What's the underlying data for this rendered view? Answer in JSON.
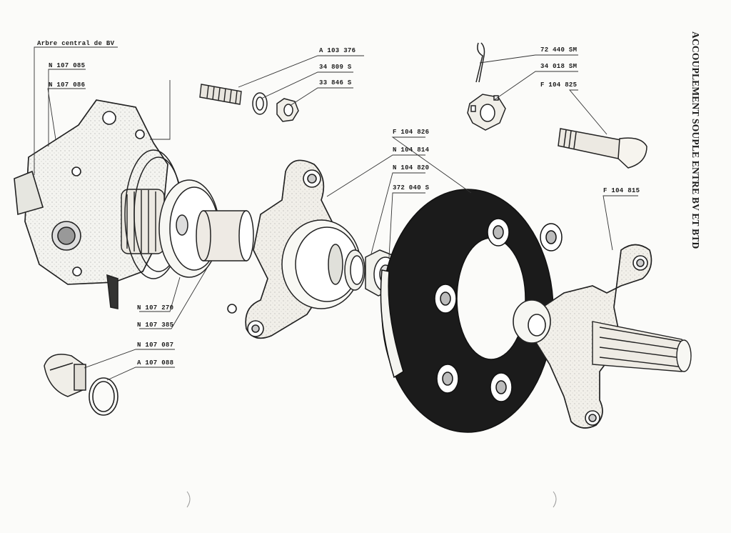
{
  "title": "ACCOUPLEMENT SOUPLE ENTRE BV ET BTD",
  "parts": {
    "arbre": "Arbre central de BV",
    "n107085": "N 107 085",
    "n107086": "N 107 086",
    "a103376": "A 103 376",
    "s34809": "34 809 S",
    "s33846": "33 846 S",
    "sm72440": "72 440 SM",
    "sm34018": "34 018 SM",
    "f104825": "F 104 825",
    "f104826": "F 104 826",
    "n104814": "N 104 814",
    "n104820": "N 104 820",
    "s372040": "372 040 S",
    "f104815": "F 104 815",
    "n107270": "N 107 270",
    "n107385": "N 107 385",
    "n107087": "N 107 087",
    "a107088": "A 107 088"
  }
}
